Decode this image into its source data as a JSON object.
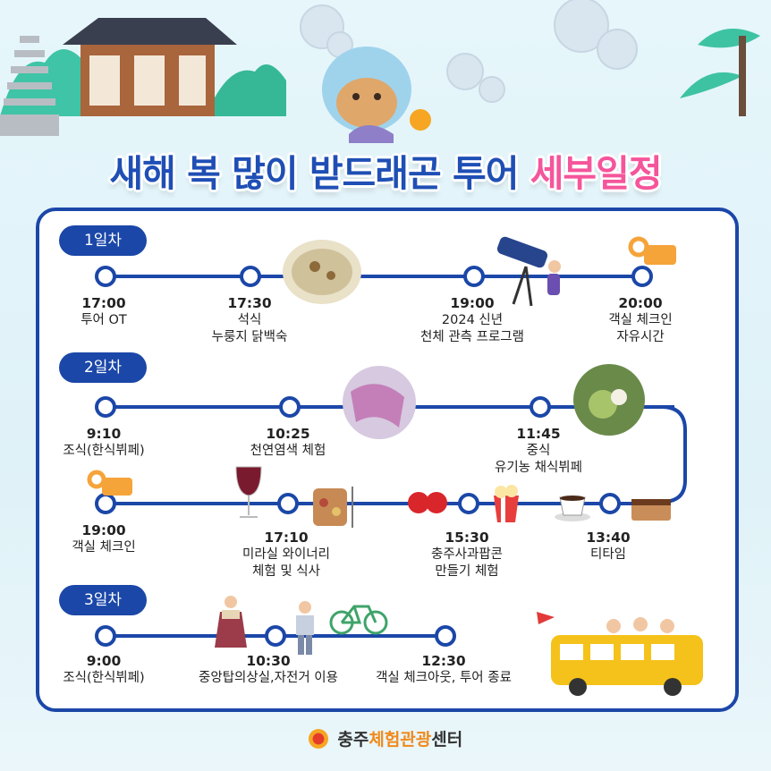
{
  "title": {
    "part1": "새해 복 많이 받드래곤 투어",
    "part2": "세부일정"
  },
  "days": [
    {
      "label": "1일차",
      "events": [
        {
          "time": "17:00",
          "lines": [
            "투어 OT"
          ]
        },
        {
          "time": "17:30",
          "lines": [
            "석식",
            "누룽지 닭백숙"
          ]
        },
        {
          "time": "19:00",
          "lines": [
            "2024 신년",
            "천체 관측 프로그램"
          ]
        },
        {
          "time": "20:00",
          "lines": [
            "객실 체크인",
            "자유시간"
          ]
        }
      ]
    },
    {
      "label": "2일차",
      "events": [
        {
          "time": "9:10",
          "lines": [
            "조식(한식뷔페)"
          ]
        },
        {
          "time": "10:25",
          "lines": [
            "천연염색 체험"
          ]
        },
        {
          "time": "11:45",
          "lines": [
            "중식",
            "유기농 채식뷔페"
          ]
        },
        {
          "time": "13:40",
          "lines": [
            "티타임"
          ]
        },
        {
          "time": "15:30",
          "lines": [
            "충주사과팝콘",
            "만들기 체험"
          ]
        },
        {
          "time": "17:10",
          "lines": [
            "미라실 와이너리",
            "체험 및 식사"
          ]
        },
        {
          "time": "19:00",
          "lines": [
            "객실 체크인"
          ]
        }
      ]
    },
    {
      "label": "3일차",
      "events": [
        {
          "time": "9:00",
          "lines": [
            "조식(한식뷔페)"
          ]
        },
        {
          "time": "10:30",
          "lines": [
            "중앙탑의상실,자전거 이용"
          ]
        },
        {
          "time": "12:30",
          "lines": [
            "객실 체크아웃, 투어 종료"
          ]
        }
      ]
    }
  ],
  "footer": {
    "part1": "충주",
    "part2": "체험관광",
    "part3": "센터"
  },
  "colors": {
    "primary": "#1b47a8",
    "accent": "#f5559b",
    "footer_orange": "#f08a1c"
  }
}
